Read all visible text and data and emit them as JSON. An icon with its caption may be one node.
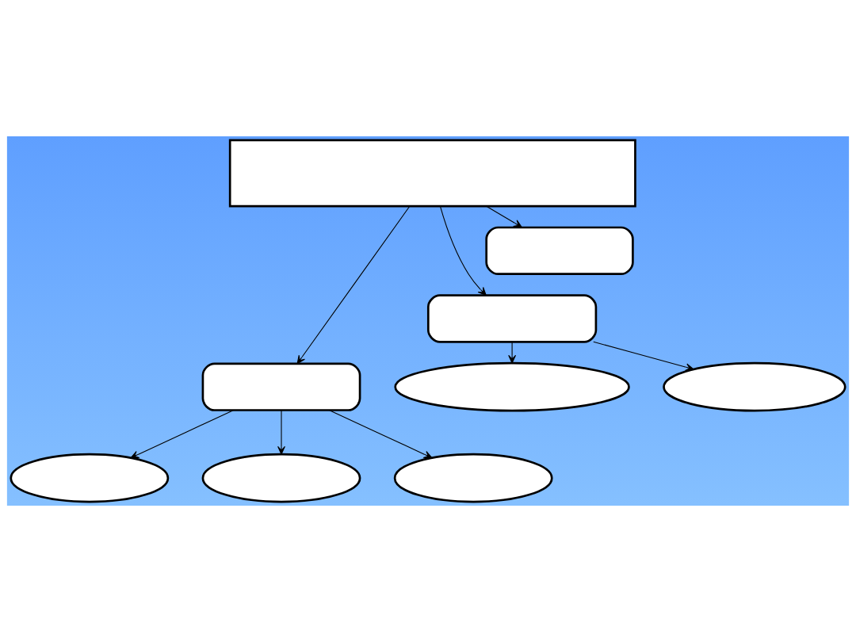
{
  "diagram": {
    "nodes": [
      {
        "text": [],
        "shape": "rectangle"
      },
      {
        "text": [],
        "shape": "box"
      },
      {
        "text": [],
        "shape": "box"
      },
      {
        "text": [],
        "shape": "box"
      },
      {
        "text": [],
        "shape": "ellipse"
      },
      {
        "text": [],
        "shape": "ellipse"
      },
      {
        "text": [],
        "shape": "ellipse"
      },
      {
        "text": [],
        "shape": "ellipse"
      },
      {
        "text": [],
        "shape": "ellipse"
      }
    ],
    "edges": [
      {
        "from": 0,
        "to": 1,
        "arrow": "to"
      },
      {
        "from": 0,
        "to": 2,
        "arrow": "to"
      },
      {
        "from": 0,
        "to": 3,
        "arrow": "to"
      },
      {
        "from": 2,
        "to": 4,
        "arrow": "to"
      },
      {
        "from": 2,
        "to": 5,
        "arrow": "to"
      },
      {
        "from": 3,
        "to": 6,
        "arrow": "to"
      },
      {
        "from": 3,
        "to": 7,
        "arrow": "to"
      },
      {
        "from": 3,
        "to": 8,
        "arrow": "to"
      }
    ]
  }
}
